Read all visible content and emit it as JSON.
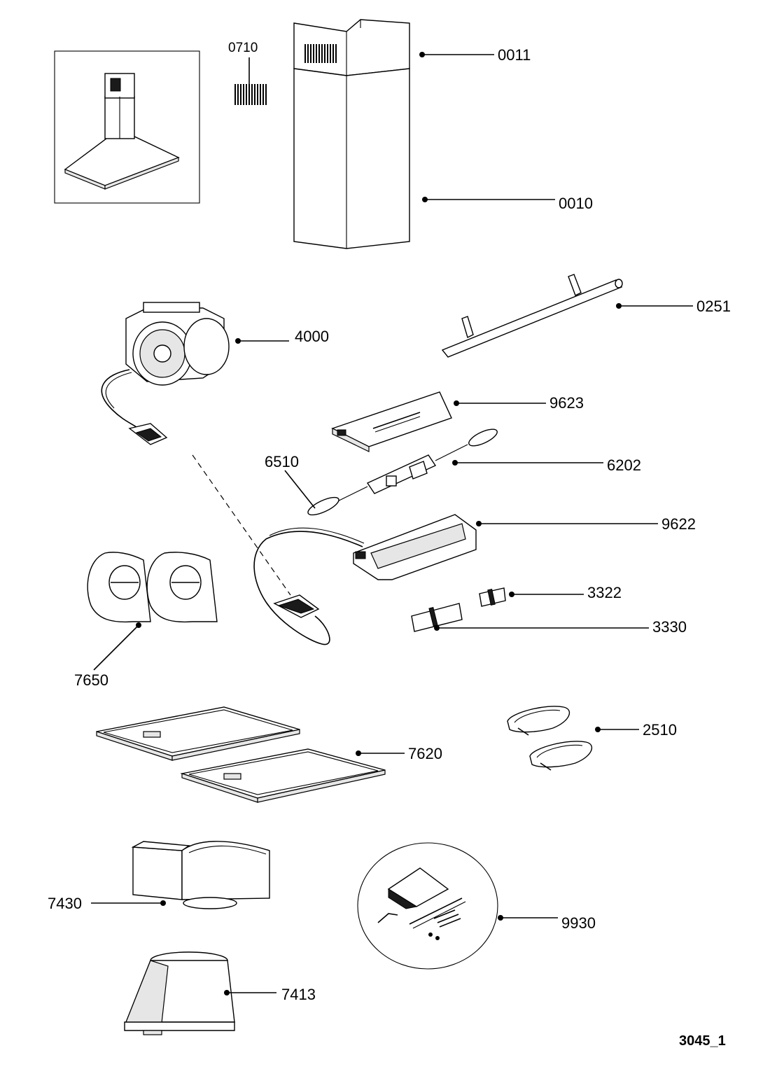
{
  "diagram": {
    "drawing_code": "3045_1",
    "labels": {
      "p0710": "0710",
      "p0011": "0011",
      "p0010": "0010",
      "p0251": "0251",
      "p4000": "4000",
      "p9623": "9623",
      "p6510": "6510",
      "p6202": "6202",
      "p9622": "9622",
      "p3322": "3322",
      "p3330": "3330",
      "p7650": "7650",
      "p2510": "2510",
      "p7620": "7620",
      "p7430": "7430",
      "p9930": "9930",
      "p7413": "7413"
    }
  }
}
